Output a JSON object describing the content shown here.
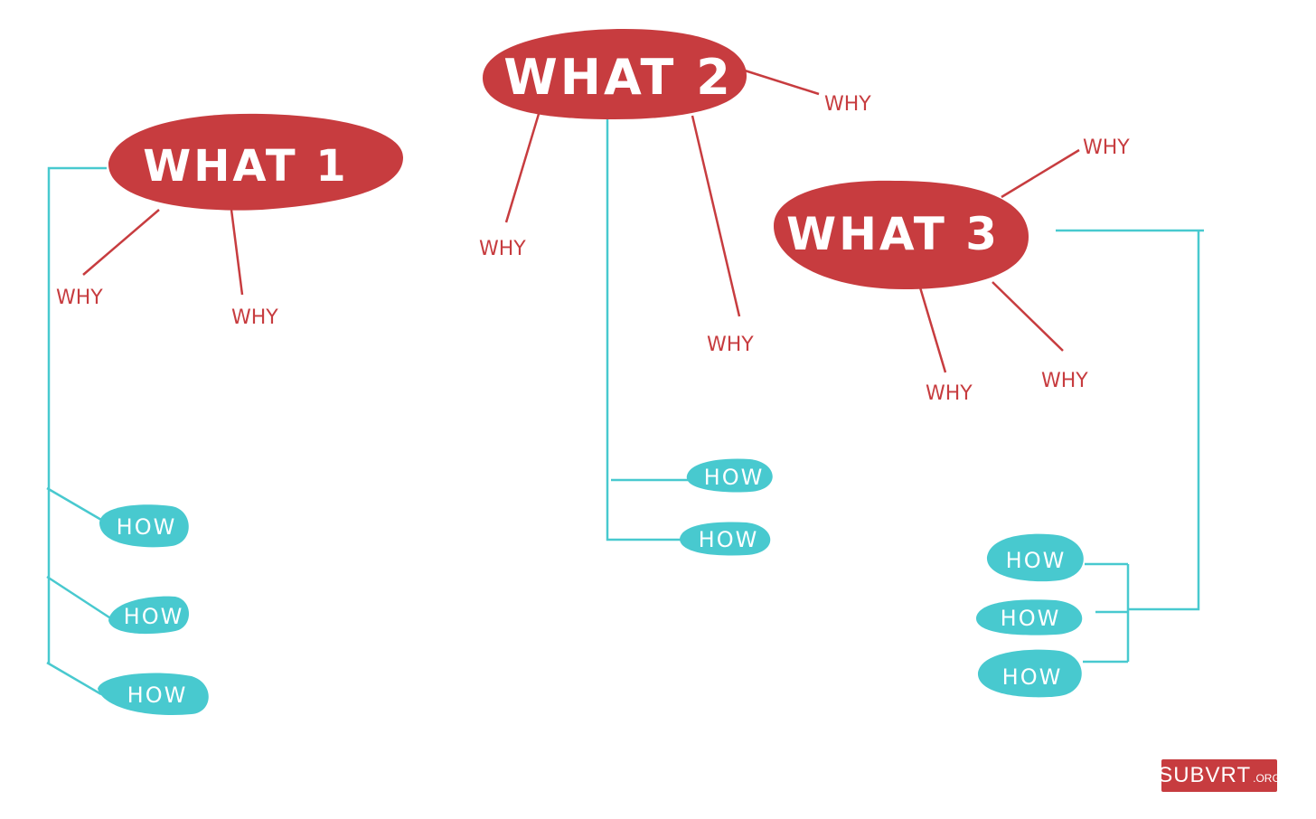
{
  "nodes": {
    "what1": {
      "label": "WHAT 1"
    },
    "what2": {
      "label": "WHAT 2"
    },
    "what3": {
      "label": "WHAT 3"
    }
  },
  "why_label": "WHY",
  "how_label": "HOW",
  "brand": {
    "name": "SUBVRT",
    "suffix": ".ORG"
  },
  "colors": {
    "red": "#c73c3f",
    "teal": "#48c9cf",
    "background": "#ffffff"
  }
}
